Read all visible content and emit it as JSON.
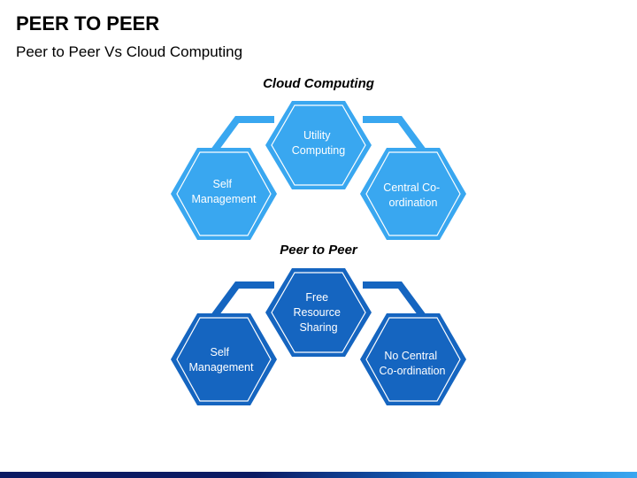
{
  "page": {
    "title": "PEER TO PEER",
    "subtitle": "Peer to Peer Vs Cloud Computing"
  },
  "sections": [
    {
      "label": "Cloud Computing",
      "color": "#39a7f0",
      "hexagons": [
        {
          "lines": [
            "Utility",
            "Computing"
          ]
        },
        {
          "lines": [
            "Self",
            "Management"
          ]
        },
        {
          "lines": [
            "Central Co-",
            "ordination"
          ]
        }
      ]
    },
    {
      "label": "Peer to Peer",
      "color": "#1565c0",
      "hexagons": [
        {
          "lines": [
            "Free",
            "Resource",
            "Sharing"
          ]
        },
        {
          "lines": [
            "Self",
            "Management"
          ]
        },
        {
          "lines": [
            "No Central",
            "Co-ordination"
          ]
        }
      ]
    }
  ]
}
